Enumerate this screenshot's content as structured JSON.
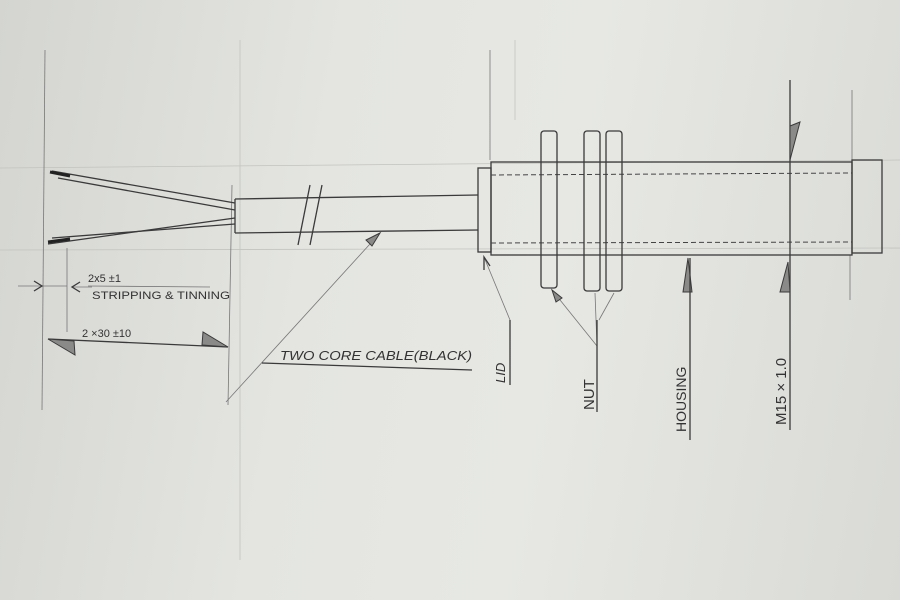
{
  "drawing": {
    "dimensions": {
      "stripping_value": "2x5 ±1",
      "stripping_label": "STRIPPING & TINNING",
      "wire_length": "2 ×30 ±10"
    },
    "labels": {
      "cable": "TWO CORE CABLE(BLACK)",
      "lid": "LID",
      "nut": "NUT",
      "housing": "HOUSING",
      "thread": "M15 × 1.0"
    }
  }
}
